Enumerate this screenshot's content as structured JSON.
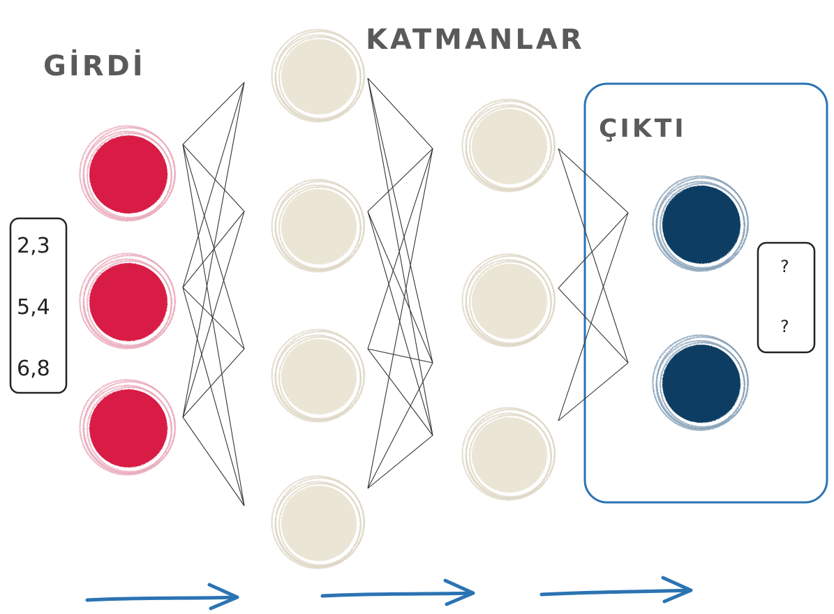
{
  "labels": {
    "input": "GİRDİ",
    "layers": "KATMANLAR",
    "output": "ÇIKTI"
  },
  "input_values": [
    "2,3",
    "5,4",
    "6,8"
  ],
  "output_values": [
    "?",
    "?"
  ],
  "colors": {
    "input_node": "#d81b45",
    "hidden_node": "#ebe5d5",
    "output_node": "#0e3e63",
    "accent_blue": "#2b73b3",
    "edge": "#333333"
  },
  "layer_sizes": [
    3,
    4,
    3,
    2
  ],
  "arrow_count": 3
}
